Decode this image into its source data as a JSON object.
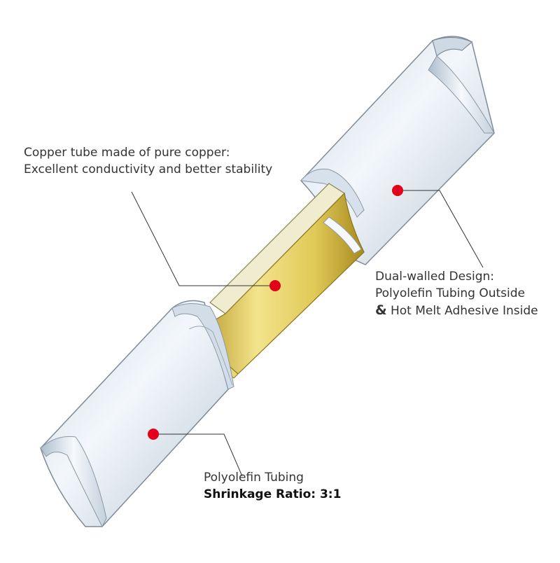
{
  "callouts": {
    "copper": {
      "line1": "Copper tube made of pure copper:",
      "line2": "Excellent conductivity and better stability"
    },
    "dual_wall": {
      "line1": "Dual-walled Design:",
      "line2": "Polyolefin Tubing Outside",
      "line3_symbol": "&",
      "line3_text": " Hot Melt Adhesive Inside"
    },
    "polyolefin": {
      "line1": "Polyolefin Tubing",
      "line2": "Shrinkage Ratio: 3:1"
    }
  },
  "colors": {
    "marker": "#e3001b",
    "tubing": "#dfe8f1",
    "tubing_edge": "#7f8b98",
    "copper": "#e6d36a",
    "copper_dark": "#c9b13c",
    "leader": "#333333"
  }
}
